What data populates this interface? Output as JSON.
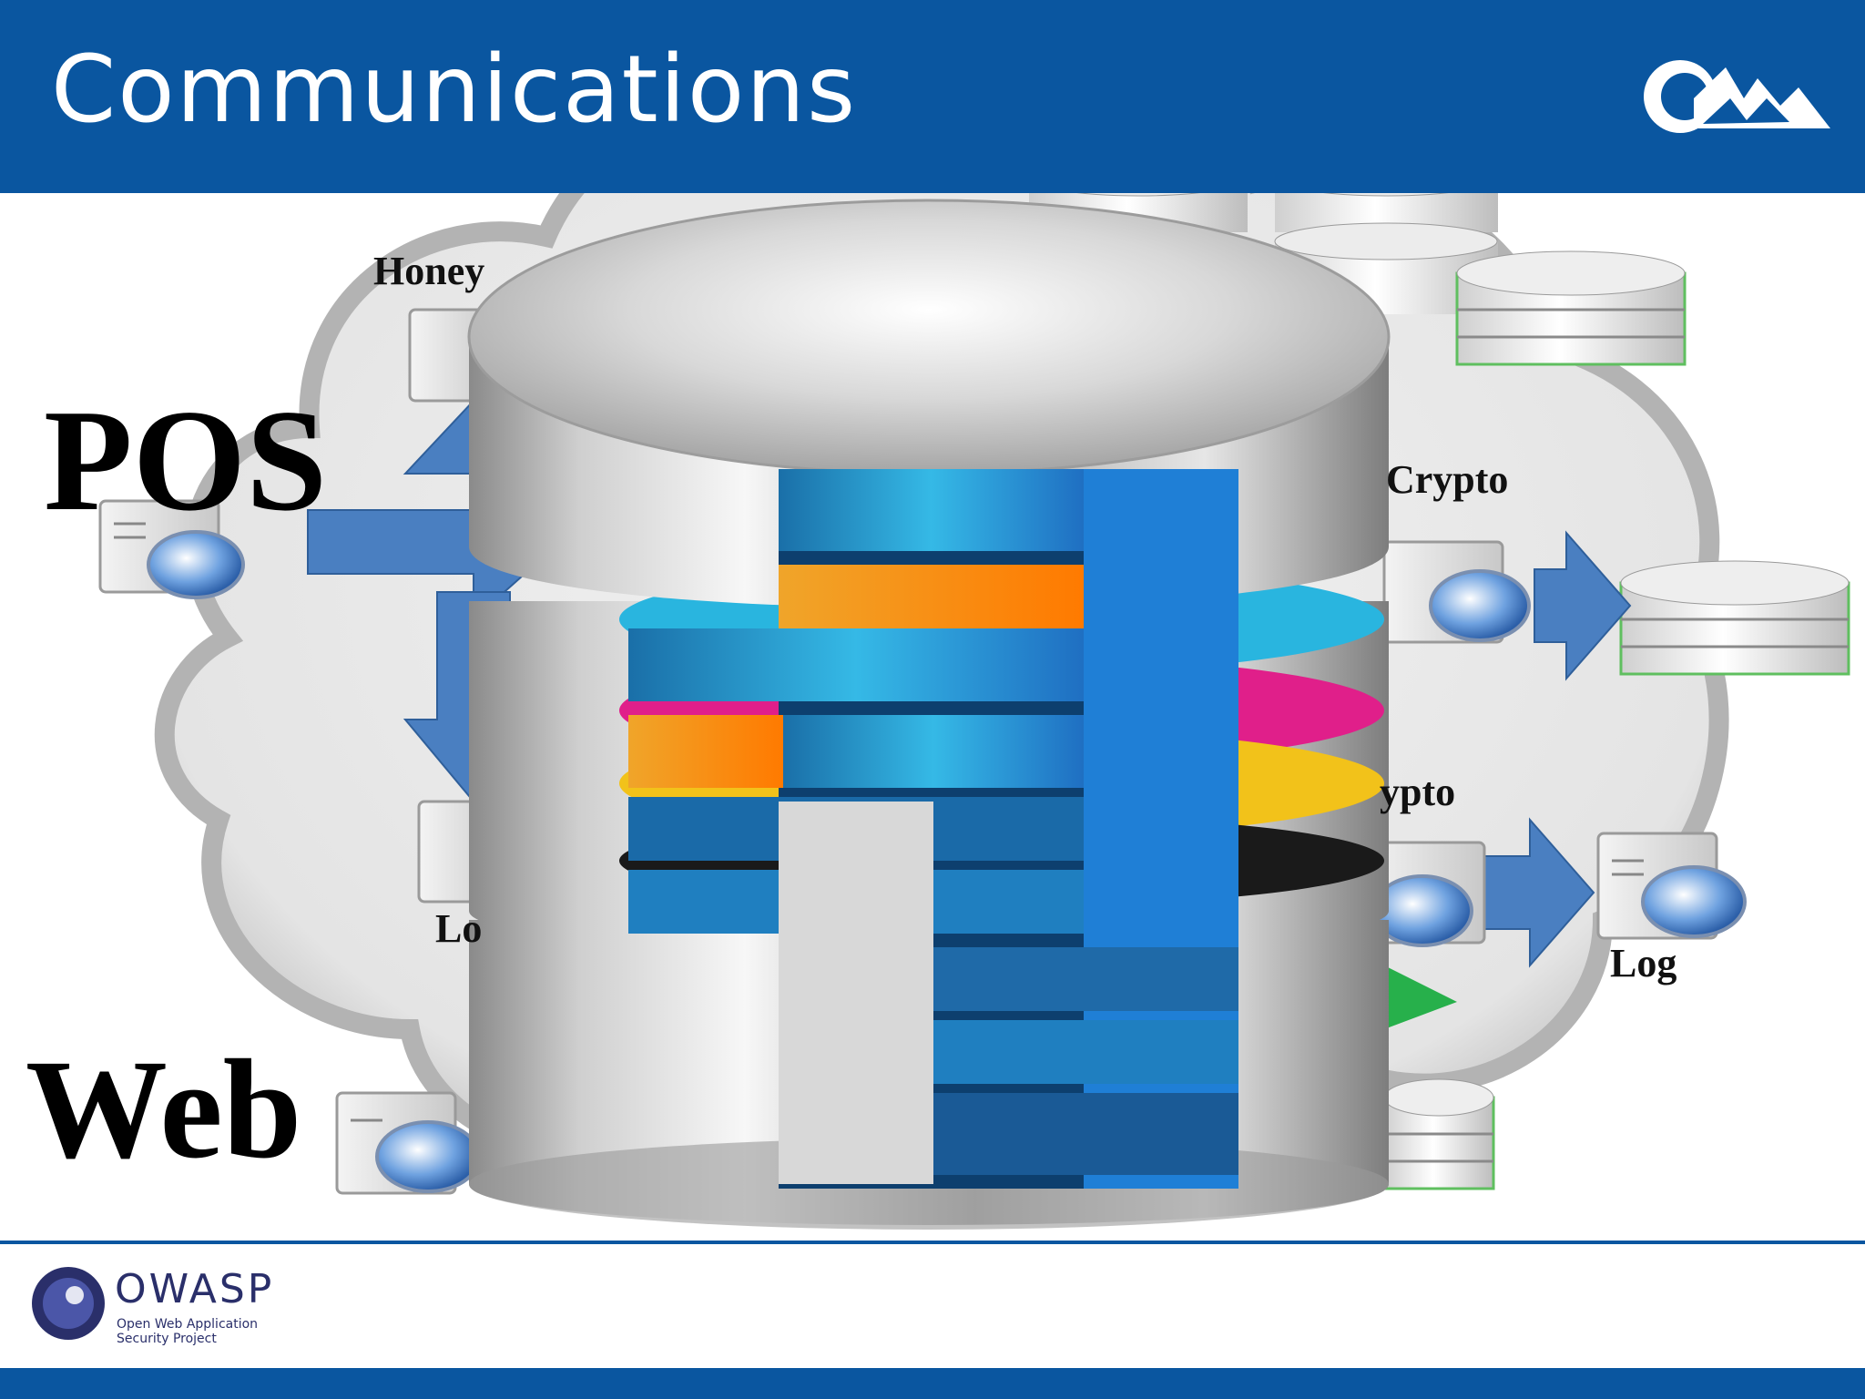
{
  "slide": {
    "title": "Communications",
    "labels": {
      "pos": "POS",
      "web": "Web",
      "honey": "Honey",
      "crypto_top": "Crypto",
      "crypto_mid": "ypto",
      "log_right": "Log",
      "log_left": "Lo"
    }
  },
  "footer": {
    "owasp_name": "OWASP",
    "owasp_sub_1": "Open Web Application",
    "owasp_sub_2": "Security Project"
  },
  "colors": {
    "header": "#0a56a0",
    "arrow": "#4a7fc1",
    "cloud": "#c6c6c6"
  }
}
